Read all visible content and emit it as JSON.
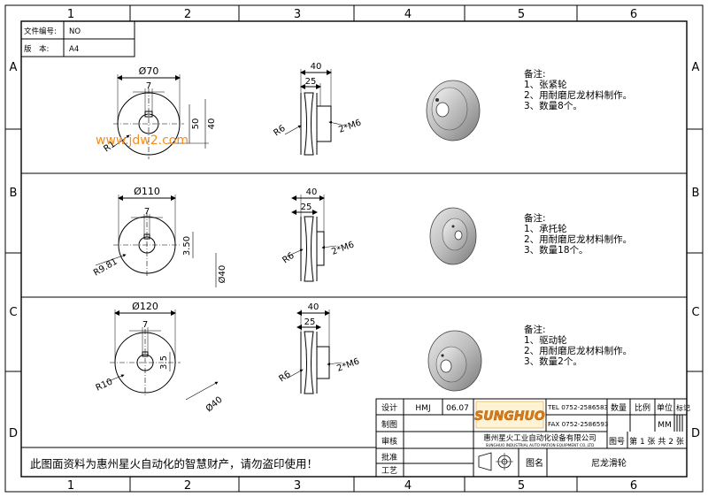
{
  "frame": {
    "column_labels": [
      "1",
      "2",
      "3",
      "4",
      "5",
      "6"
    ],
    "row_labels": [
      "A",
      "B",
      "C",
      "D"
    ]
  },
  "doc_info": {
    "doc_number_label": "文件编号:",
    "doc_number_value": "NO",
    "version_label": "版　本:",
    "version_value": "A4"
  },
  "watermark": "www.jdw2.com",
  "parts": [
    {
      "dim_diameter": "Ø70",
      "dim_keyway": "7",
      "dim_h1": "50",
      "dim_h2": "40",
      "dim_radius": "R1",
      "side_width": "40",
      "side_inner": "25",
      "side_radius": "R6",
      "side_hole": "2*M6",
      "notes_title": "备注:",
      "notes": [
        "1、张紧轮",
        "2、用耐磨尼龙材料制作。",
        "3、数量8个。"
      ]
    },
    {
      "dim_diameter": "Ø110",
      "dim_keyway": "7",
      "dim_h1": "3.50",
      "dim_h2": "Ø40",
      "dim_radius": "R9.81",
      "side_width": "40",
      "side_inner": "25",
      "side_radius": "R6",
      "side_hole": "2*M6",
      "notes_title": "备注:",
      "notes": [
        "1、承托轮",
        "2、用耐磨尼龙材料制作。",
        "3、数量18个。"
      ]
    },
    {
      "dim_diameter": "Ø120",
      "dim_keyway": "7",
      "dim_h1": "3.5",
      "dim_h2": "Ø40",
      "dim_radius": "R10",
      "side_width": "40",
      "side_inner": "25",
      "side_radius": "R6",
      "side_hole": "2*M6",
      "notes_title": "备注:",
      "notes": [
        "1、驱动轮",
        "2、用耐磨尼龙材料制作。",
        "3、数量2个。"
      ]
    }
  ],
  "copyright": "此图面资料为惠州星火自动化的智慧财产，请勿盗印使用！",
  "title_block": {
    "design_label": "设计",
    "designer": "HMJ",
    "date": "06.07",
    "drawing_label": "制图",
    "review_label": "审核",
    "approve_label": "批准",
    "process_label": "工艺",
    "logo_text": "SUNGHUO",
    "tel": "TEL 0752-2586583",
    "fax": "FAX 0752-2586593",
    "company_cn": "惠州星火工业自动化设备有限公司",
    "company_en": "SUNGHUO INDUSTRIAL AUTO MATION EQUIPMENT CO.,LTD",
    "qty_label": "数量",
    "scale_label": "比例",
    "unit_label": "单位",
    "mark_label": "标记",
    "unit_value": "MM",
    "drawing_no_label": "图号",
    "sheet_text": "第 1 张 共 2 张",
    "name_label": "图名",
    "name_value": "尼龙滑轮"
  }
}
